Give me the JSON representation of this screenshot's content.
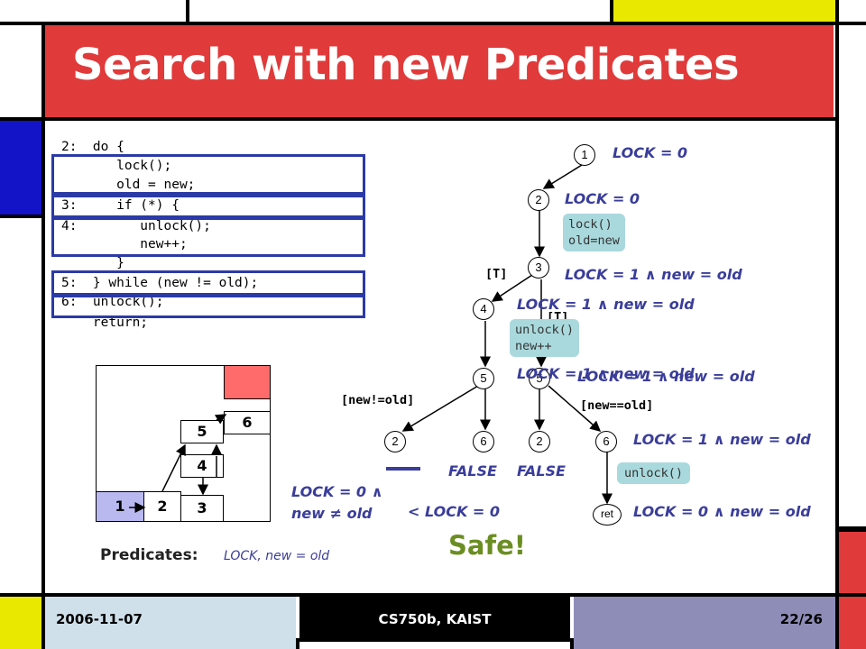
{
  "title": "Search with new Predicates",
  "code_lines": [
    "2:  do {",
    "       lock();",
    "       old = new;",
    "3:     if (*) {",
    "4:        unlock();",
    "          new++;",
    "       }",
    "5:  } while (new != old);",
    "6:  unlock();",
    "    return;"
  ],
  "tree": {
    "n1": "1",
    "n2": "2",
    "n3": "3",
    "n4": "4",
    "n5a": "5",
    "n5b": "5",
    "n2a": "2",
    "n6a": "6",
    "n2b": "2",
    "n6b": "6",
    "ret": "ret",
    "lab_n1": "LOCK = 0",
    "lab_n2": "LOCK = 0",
    "op_lock": "lock()\nold=new",
    "lab_n3": "LOCK = 1 ∧ new = old",
    "edge_t1": "[T]",
    "lab_n4": "LOCK = 1 ∧ new = old",
    "edge_t2": "[T]",
    "op_unlock": "unlock()\nnew++",
    "lab_n5a": "LOCK = 1 ∧ new = old",
    "lab_n5b": "LOCK = 1 ∧ new = old",
    "edge_neq": "[new!=old]",
    "edge_eq": "[new==old]",
    "false1": "FALSE",
    "false2": "FALSE",
    "lab_n6b": "LOCK = 1 ∧ new = old",
    "op_unlock2": "unlock()",
    "lab_ret": "LOCK = 0 ∧ new = old",
    "lab_n2a_l1": "LOCK = 0 ∧",
    "lab_n2a_l2": "new ≠ old",
    "lab_cmp": "< LOCK = 0"
  },
  "safe": "Safe!",
  "predicates_label": "Predicates:",
  "predicates_value": "LOCK, new = old",
  "mini_boxes": [
    "1",
    "2",
    "3",
    "4",
    "5",
    "6"
  ],
  "footer": {
    "date": "2006-11-07",
    "course": "CS750b, KAIST",
    "page": "22/26"
  },
  "colors": {
    "red": "#e03a3a",
    "blue": "#1313c8",
    "yellow": "#e8e800",
    "label_blue": "#3a3d9a",
    "op_bg": "#a9d9dd",
    "safe_green": "#6b8e23",
    "box_blue": "#2b3aa6",
    "footer_purple": "#8e8db8"
  }
}
